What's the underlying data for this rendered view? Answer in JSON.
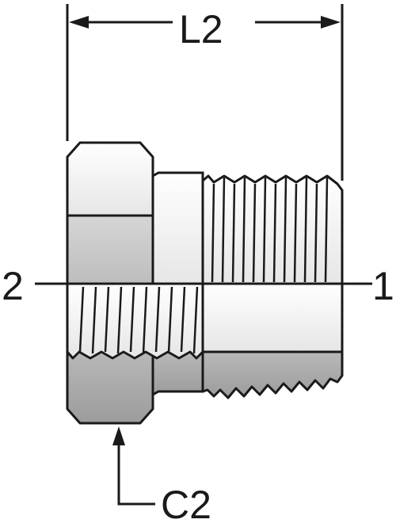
{
  "labels": {
    "length": "L2",
    "port_left": "2",
    "port_right": "1",
    "callout": "C2"
  },
  "colors": {
    "outline": "#1a1a1a",
    "fill_light": "#f2f2f2",
    "fill_mid": "#cfcfcf",
    "fill_dark": "#a9a9a9",
    "background": "#ffffff"
  }
}
